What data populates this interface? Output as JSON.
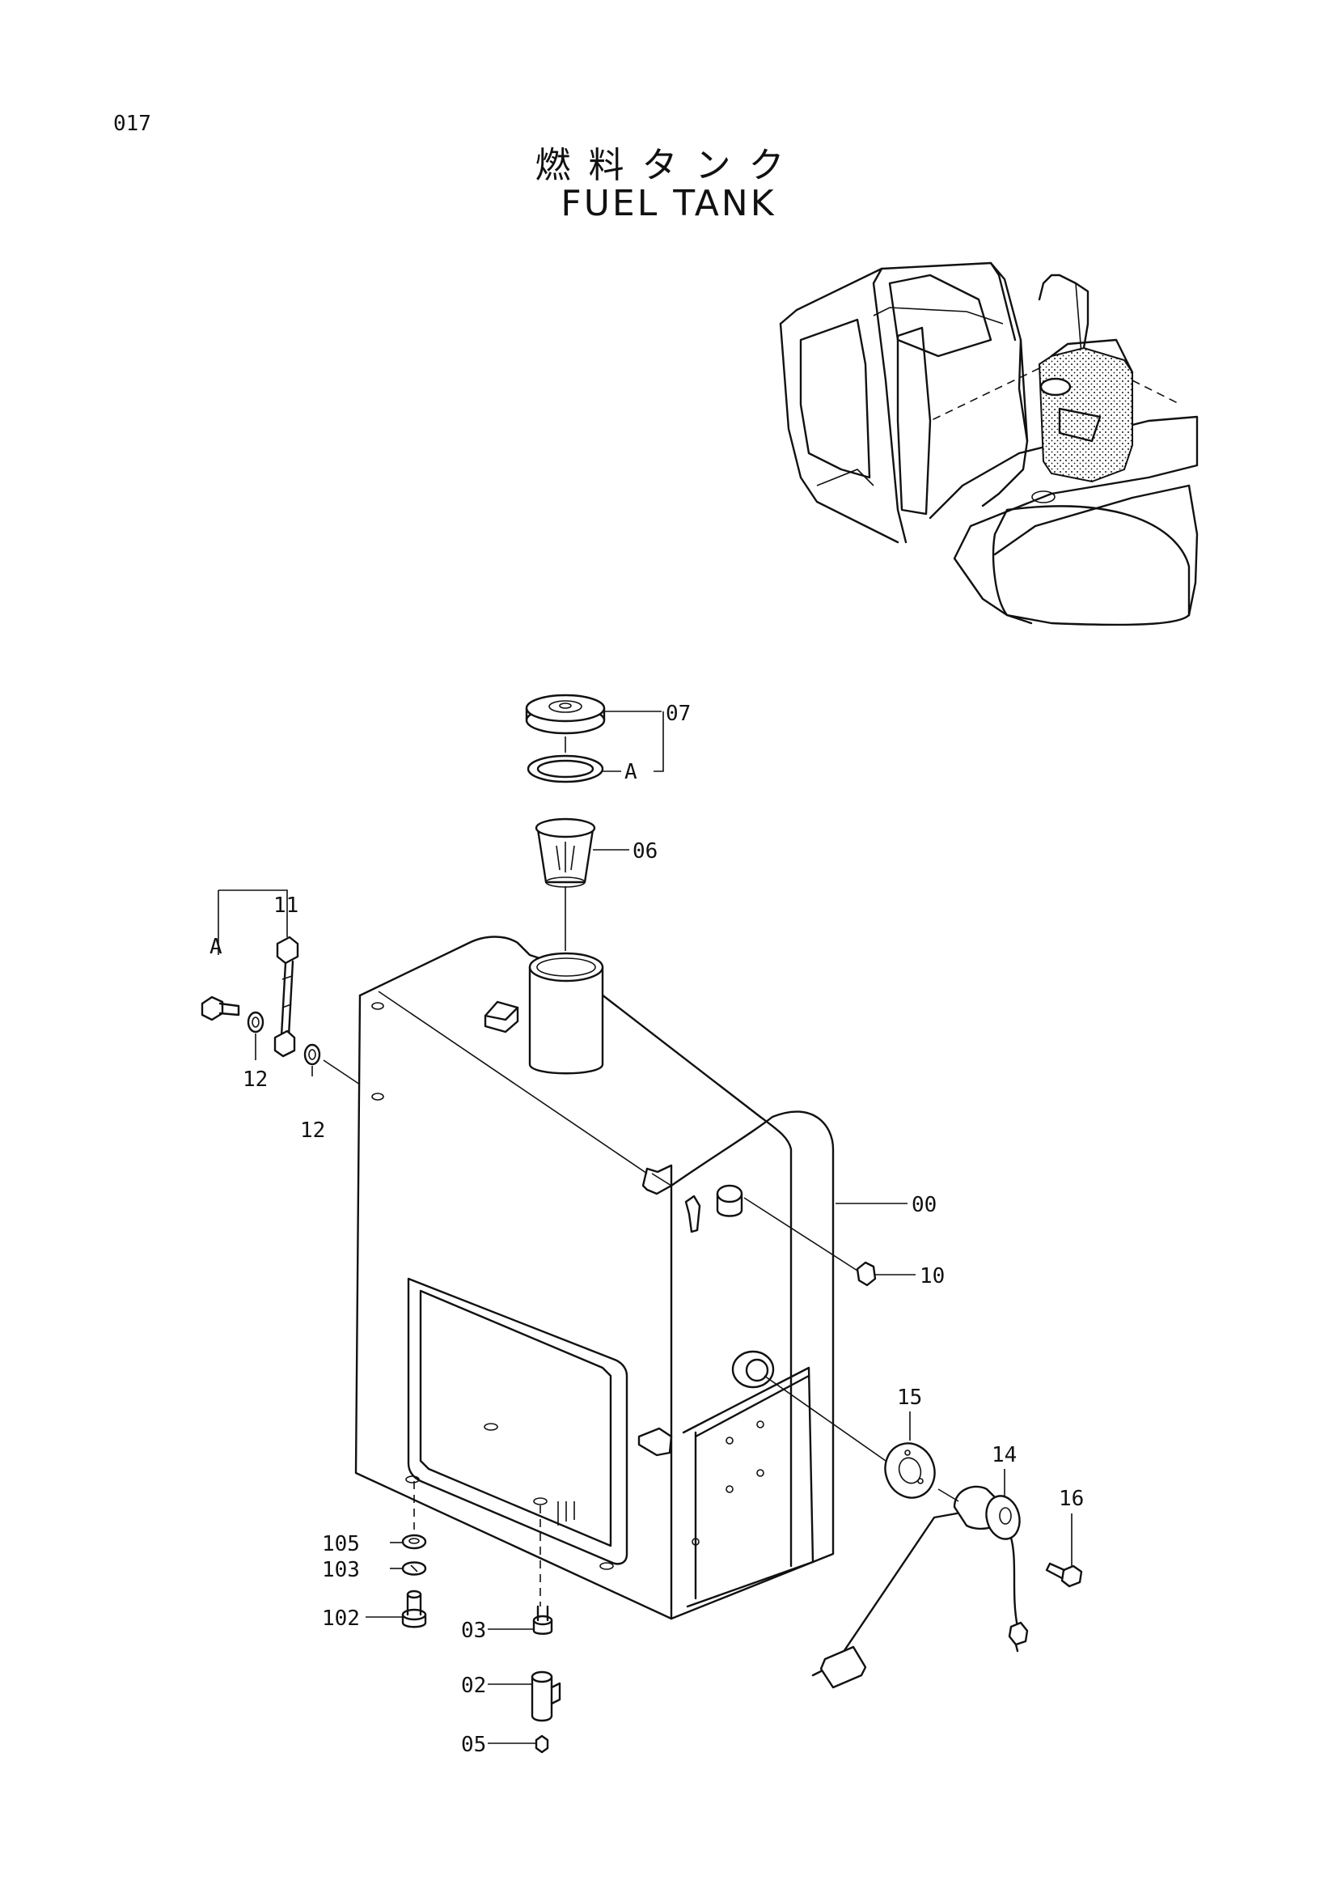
{
  "page_number": "017",
  "title_jp": "燃料タンク",
  "title_en": "FUEL TANK",
  "parts": [
    {
      "no": "07"
    },
    {
      "no": "A"
    },
    {
      "no": "06"
    },
    {
      "no": "11"
    },
    {
      "no": "A"
    },
    {
      "no": "12"
    },
    {
      "no": "12"
    },
    {
      "no": "00"
    },
    {
      "no": "10"
    },
    {
      "no": "15"
    },
    {
      "no": "14"
    },
    {
      "no": "16"
    },
    {
      "no": "105"
    },
    {
      "no": "103"
    },
    {
      "no": "102"
    },
    {
      "no": "03"
    },
    {
      "no": "02"
    },
    {
      "no": "05"
    }
  ]
}
